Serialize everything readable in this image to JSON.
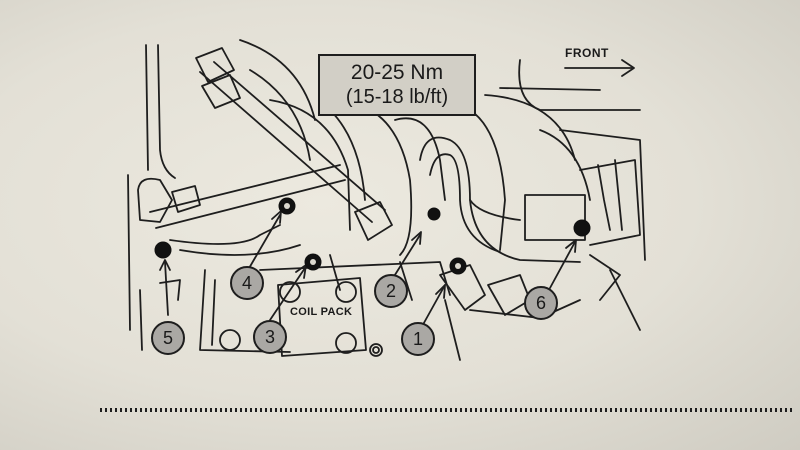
{
  "torque": {
    "metric": "20-25 Nm",
    "imperial": "(15-18 lb/ft)"
  },
  "front_label": "FRONT",
  "coil_pack_label": "COIL PACK",
  "callouts": [
    "1",
    "2",
    "3",
    "4",
    "5",
    "6"
  ],
  "colors": {
    "paper": "#e6e3d9",
    "ink": "#1e1e1e",
    "callout_fill": "#aaa8a4",
    "box_fill": "#d2cfc6"
  }
}
